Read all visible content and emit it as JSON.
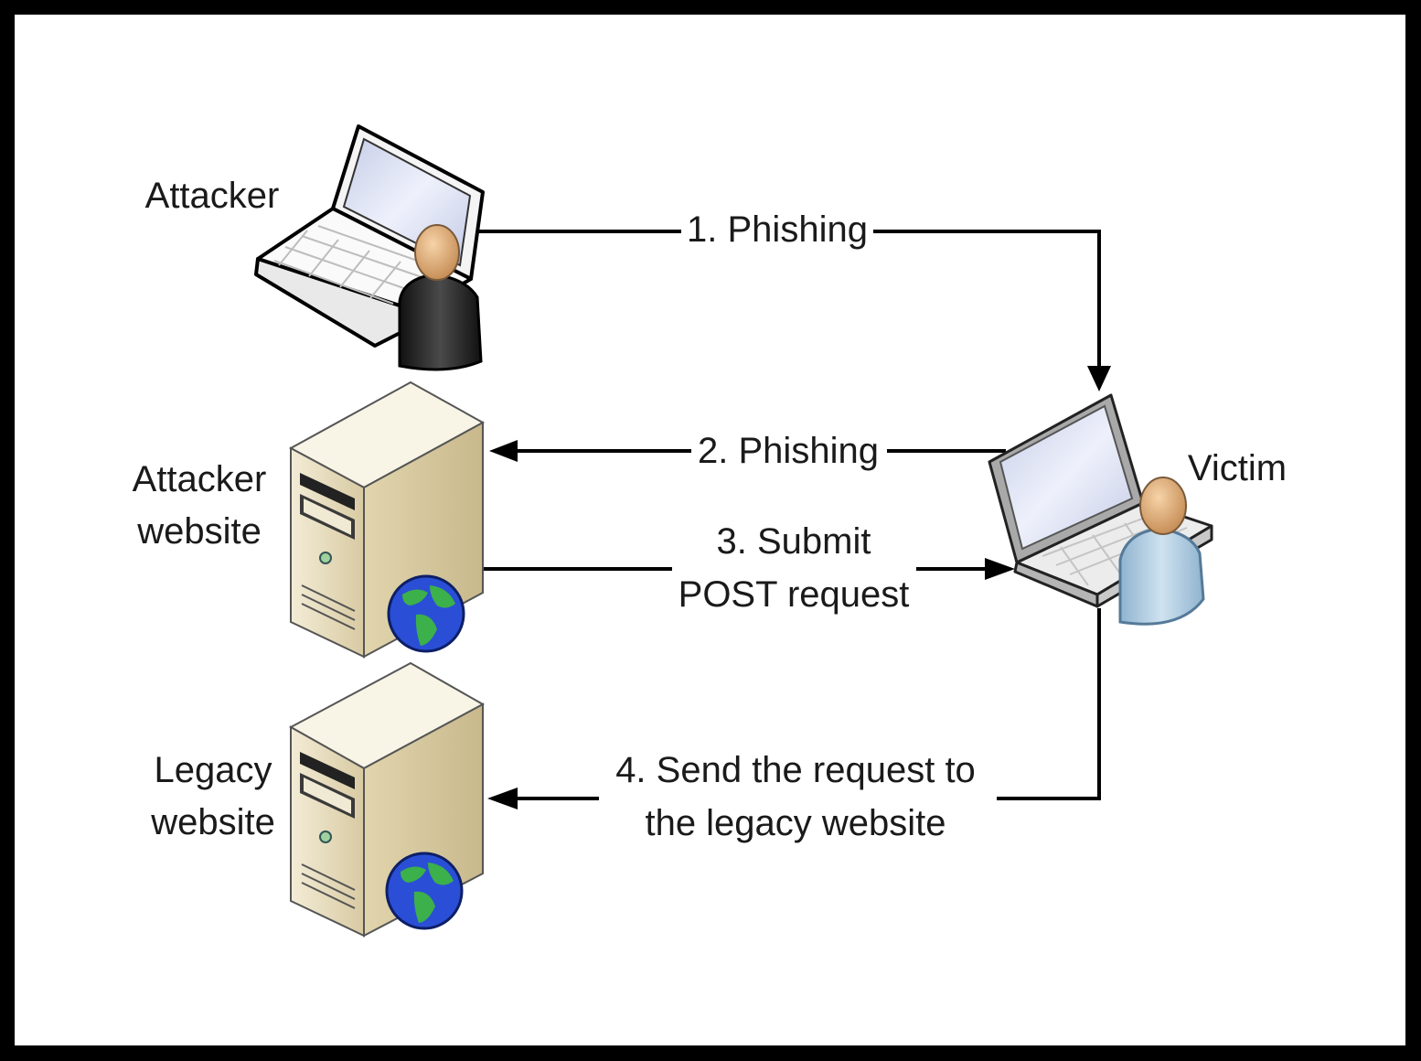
{
  "nodes": {
    "attacker": {
      "label": "Attacker",
      "icon": "laptop-user-icon"
    },
    "attacker_website": {
      "label_line1": "Attacker",
      "label_line2": "website",
      "icon": "web-server-icon"
    },
    "legacy_website": {
      "label_line1": "Legacy",
      "label_line2": "website",
      "icon": "web-server-icon"
    },
    "victim": {
      "label": "Victim",
      "icon": "laptop-user-icon"
    }
  },
  "edges": {
    "e1": {
      "label": "1. Phishing"
    },
    "e2": {
      "label": "2. Phishing"
    },
    "e3": {
      "label_line1": "3. Submit",
      "label_line2": "POST request"
    },
    "e4": {
      "label_line1": "4. Send the request to",
      "label_line2": "the legacy website"
    }
  },
  "colors": {
    "frame_border": "#000000",
    "background": "#ffffff",
    "server_body": "#e8dfc4",
    "globe_ocean": "#2a4fd6",
    "globe_land": "#3cb04a",
    "victim_shirt": "#a9c9e0",
    "attacker_shirt": "#2a2a2a",
    "skin": "#e0b07a"
  }
}
